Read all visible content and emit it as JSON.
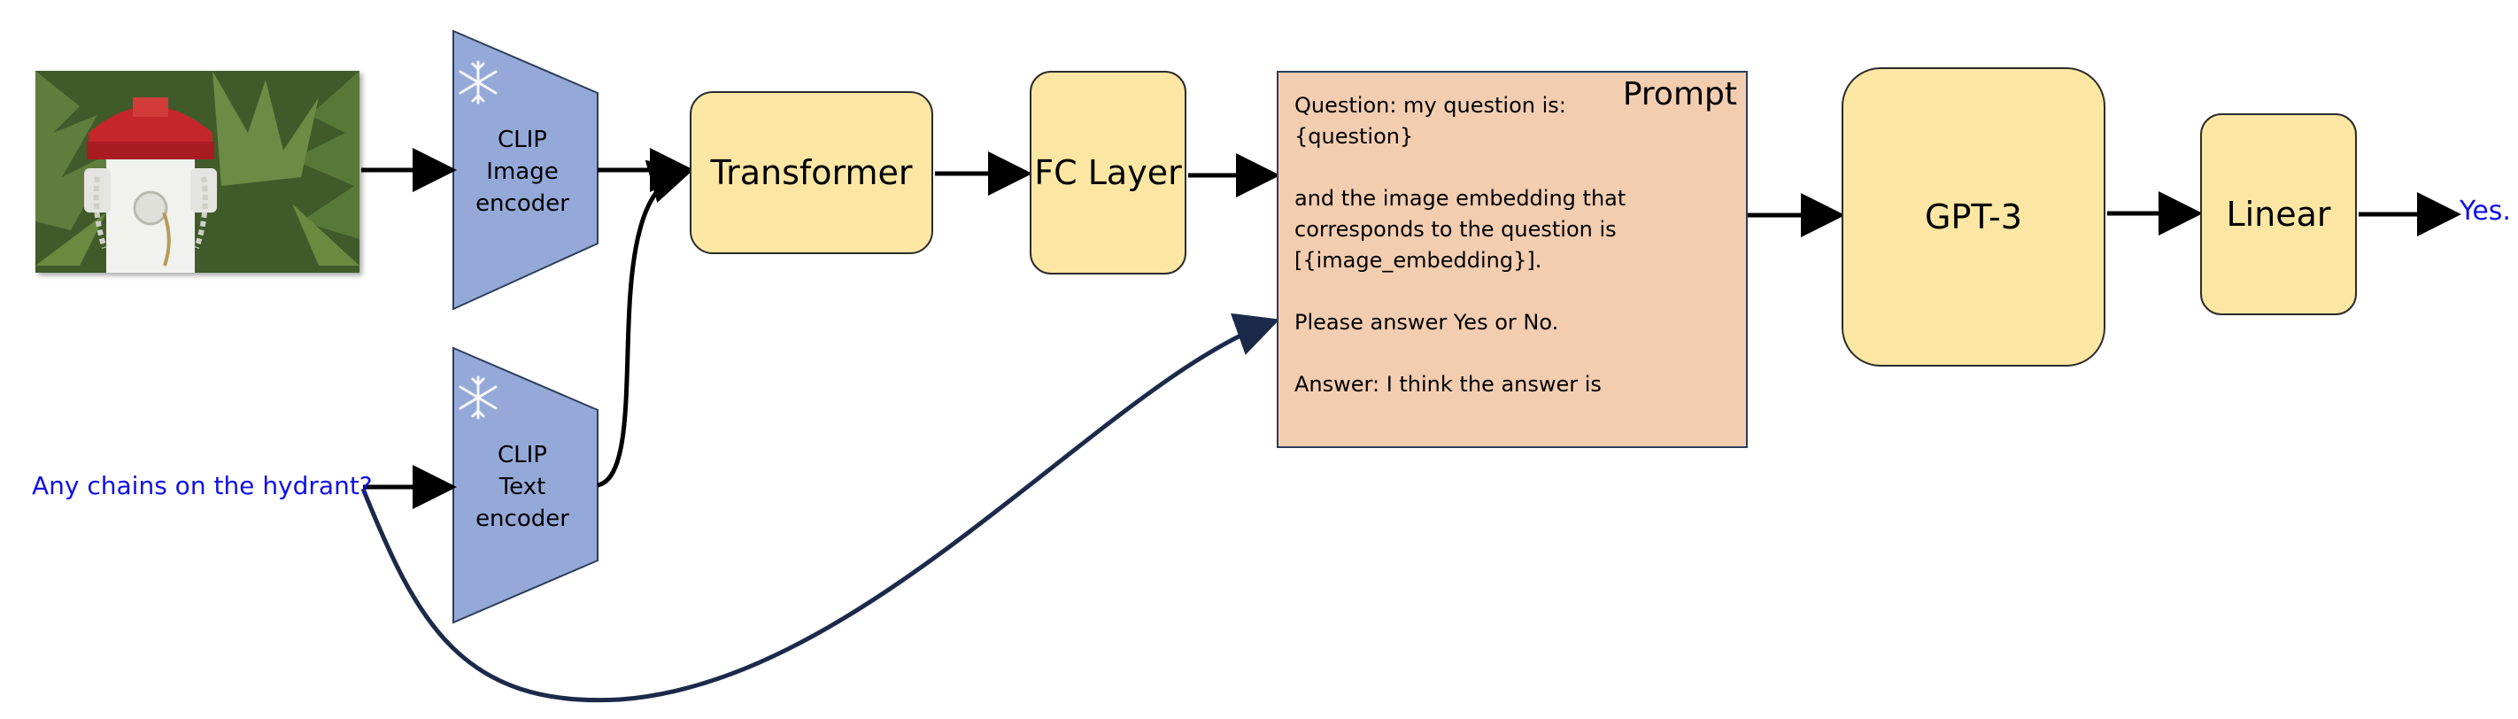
{
  "colors": {
    "encoder_fill": "#95a9d9",
    "block_fill": "#fbe7a3",
    "prompt_fill": "#f3cdb0",
    "question_text": "#1010e8",
    "answer_text": "#1010e8",
    "arrow": "#000000",
    "question_curve": "#1c2a4a"
  },
  "input": {
    "image": "fire hydrant photo",
    "question": "Any chains on the hydrant?"
  },
  "encoders": {
    "image": {
      "line1": "CLIP",
      "line2": "Image",
      "line3": "encoder",
      "icon": "snowflake-icon"
    },
    "text": {
      "line1": "CLIP",
      "line2": "Text",
      "line3": "encoder",
      "icon": "snowflake-icon"
    }
  },
  "blocks": {
    "transformer": "Transformer",
    "fc_layer": "FC Layer",
    "gpt3": "GPT-3",
    "linear": "Linear"
  },
  "prompt": {
    "title": "Prompt",
    "line1": "Question: my question is:",
    "line2": "{question}",
    "line3": "and the image embedding that",
    "line4": "corresponds to the question is",
    "line5": "[{image_embedding}].",
    "line6": "Please answer Yes or No.",
    "line7": "Answer: I think the answer is"
  },
  "output": {
    "answer": "Yes."
  }
}
